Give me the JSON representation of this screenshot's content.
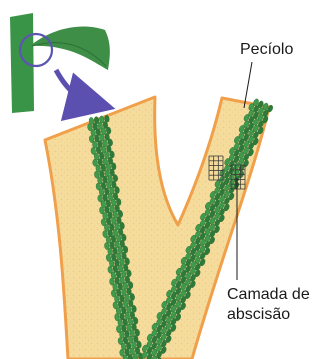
{
  "labels": {
    "petiole": "Pecíolo",
    "abscission_line1": "Camada de",
    "abscission_line2": "abscisão"
  },
  "colors": {
    "tissue_fill": "#f5dc9a",
    "tissue_outline": "#f0a04b",
    "vascular_green": "#3f9a4c",
    "vascular_dark": "#2e7a3a",
    "stem_green": "#3a9448",
    "leaf_green": "#3e8e47",
    "highlight_circle": "#5b55b0",
    "arrow": "#5b4fb0",
    "leader_line": "#1a1a1a"
  },
  "icons": {
    "stem": "plant-stem-icon",
    "leaf": "leaf-icon",
    "zoom_circle": "magnifier-circle-icon",
    "arrow": "curved-arrow-icon"
  }
}
